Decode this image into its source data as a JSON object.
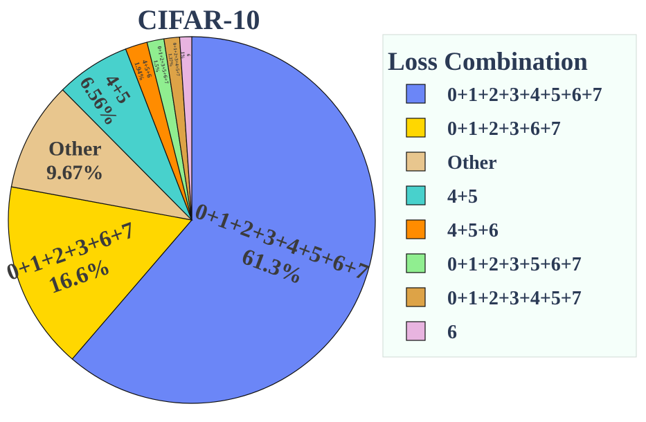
{
  "chart_data": {
    "type": "pie",
    "title": "CIFAR-10",
    "legend_title": "Loss Combination",
    "legend_position": "right",
    "slices": [
      {
        "label": "0+1+2+3+4+5+6+7",
        "value": 61.3,
        "pct_label": "61.3%",
        "color": "#6b86f7"
      },
      {
        "label": "0+1+2+3+6+7",
        "value": 16.6,
        "pct_label": "16.6%",
        "color": "#ffd700"
      },
      {
        "label": "Other",
        "value": 9.67,
        "pct_label": "9.67%",
        "color": "#e8c68e"
      },
      {
        "label": "4+5",
        "value": 6.56,
        "pct_label": "6.56%",
        "color": "#48d1cc"
      },
      {
        "label": "4+5+6",
        "value": 1.94,
        "pct_label": "1.94%",
        "color": "#ff8c00"
      },
      {
        "label": "0+1+2+3+5+6+7",
        "value": 1.5,
        "pct_label": "1.5%",
        "color": "#90ee90"
      },
      {
        "label": "0+1+2+3+4+5+7",
        "value": 1.37,
        "pct_label": "1.37%",
        "color": "#dda347"
      },
      {
        "label": "6",
        "value": 1.06,
        "pct_label": "1%",
        "color": "#e8b4e0"
      }
    ]
  }
}
